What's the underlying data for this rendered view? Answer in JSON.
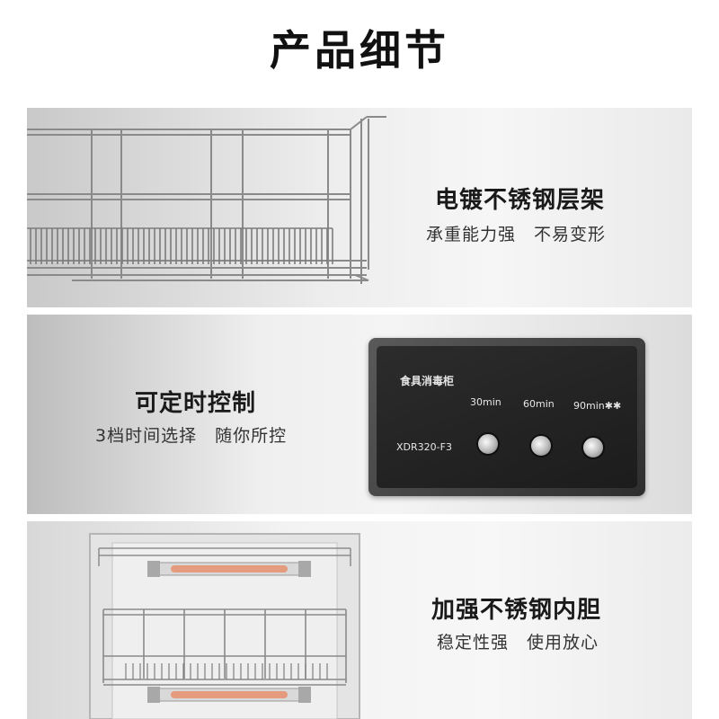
{
  "page_title": "产品细节",
  "sections": [
    {
      "title": "电镀不锈钢层架",
      "subtitle": "承重能力强　不易变形"
    },
    {
      "title": "可定时控制",
      "subtitle": "3档时间选择　随你所控",
      "control_panel": {
        "brand": "食具消毒柜",
        "model": "XDR320-F3",
        "timers": [
          "30min",
          "60min",
          "90min✱✱"
        ]
      }
    },
    {
      "title": "加强不锈钢内胆",
      "subtitle": "稳定性强　使用放心"
    }
  ]
}
